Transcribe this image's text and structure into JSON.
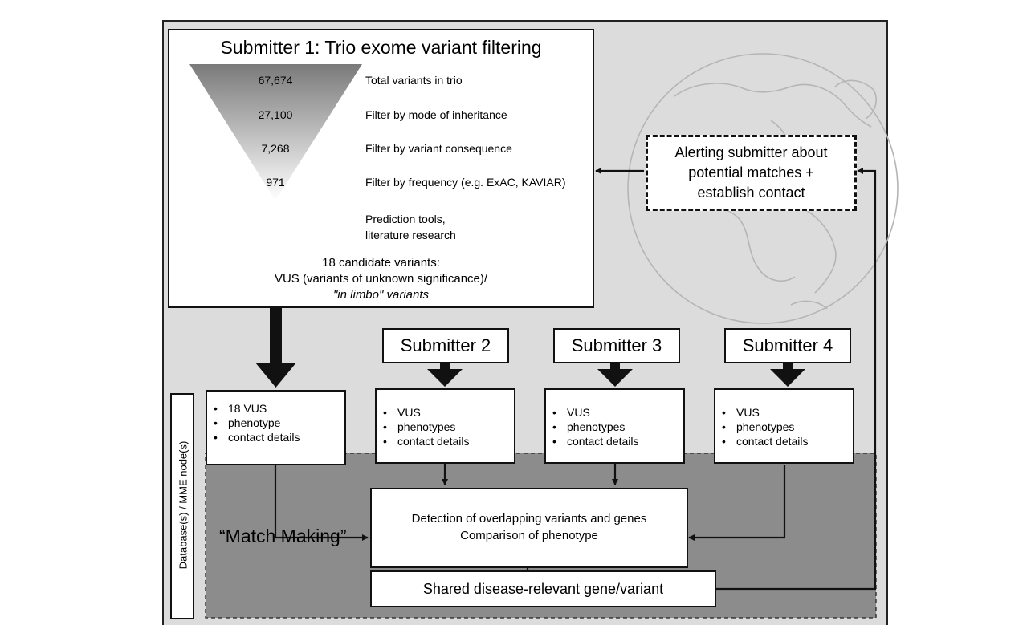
{
  "title": "Submitter 1: Trio exome variant filtering",
  "funnel": [
    {
      "count": "67,674",
      "label": "Total variants in trio"
    },
    {
      "count": "27,100",
      "label": "Filter by mode of inheritance"
    },
    {
      "count": "7,268",
      "label": "Filter by variant consequence"
    },
    {
      "count": "971",
      "label": "Filter by frequency (e.g. ExAC, KAVIAR)"
    }
  ],
  "prediction": {
    "line1": "Prediction tools,",
    "line2": "literature research"
  },
  "candidates": {
    "line1": "18 candidate variants:",
    "line2": "VUS (variants of unknown significance)/",
    "line3": "\"in limbo\" variants"
  },
  "alert": {
    "line1": "Alerting submitter about",
    "line2": "potential matches +",
    "line3": "establish contact"
  },
  "submitters": [
    {
      "name": "Submitter 2",
      "items": [
        "VUS",
        "phenotypes",
        "contact details"
      ]
    },
    {
      "name": "Submitter 3",
      "items": [
        "VUS",
        "phenotypes",
        "contact details"
      ]
    },
    {
      "name": "Submitter 4",
      "items": [
        "VUS",
        "phenotypes",
        "contact details"
      ]
    }
  ],
  "submitter1_items": [
    "18 VUS",
    "phenotype",
    "contact details"
  ],
  "database_label": "Database(s) / MME node(s)",
  "detection": {
    "line1": "Detection of overlapping variants and genes",
    "line2": "Comparison of phenotype"
  },
  "match_making": "“Match Making”",
  "shared": "Shared disease-relevant gene/variant",
  "colors": {
    "panel": "#dcdcdc",
    "match_area": "#8c8c8c",
    "globe": "#b8b8b8"
  },
  "icons": [
    "globe-icon",
    "down-arrow-icon"
  ]
}
